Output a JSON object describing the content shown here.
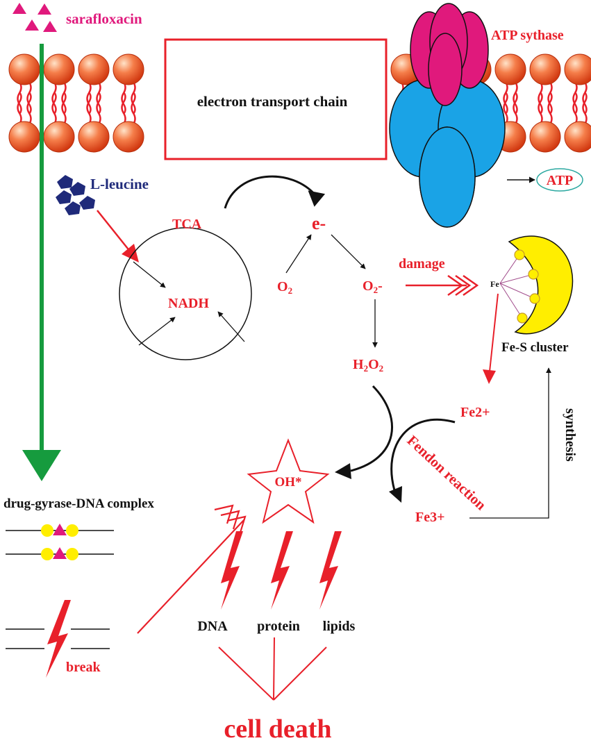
{
  "colors": {
    "red": "#e8202a",
    "magenta": "#e0197c",
    "navy": "#1f2a7a",
    "green": "#169b3e",
    "blue": "#1aa3e6",
    "yellow": "#ffee00",
    "black": "#111111",
    "teal": "#2aa8a0",
    "lipid_head": "#ee5a30"
  },
  "icons": {
    "sarafloxacin": "magenta-triangle-icon",
    "leucine": "navy-pentagon-icon",
    "lightning": "red-lightning-bolt-icon",
    "radical": "star-outline-icon"
  },
  "labels": {
    "sarafloxacin": "sarafloxacin",
    "atp_synthase": "ATP sythase",
    "etc": "electron transport chain",
    "atp": "ATP",
    "leucine": "L-leucine",
    "tca": "TCA",
    "nadh": "NADH",
    "electron": "e-",
    "oxygen": "O",
    "oxygen_sub": "2",
    "superoxide": "O",
    "superoxide_sub": "2",
    "superoxide_sign": "-",
    "h2o2_h": "H",
    "h2o2_sub1": "2",
    "h2o2_o": "O",
    "h2o2_sub2": "2",
    "damage": "damage",
    "fe": "Fe",
    "fes_cluster": "Fe-S cluster",
    "fe2": "Fe2+",
    "fe3": "Fe3+",
    "fenton": "Fendon reaction",
    "synthesis": "synthesis",
    "hydroxyl": "OH*",
    "complex": "drug-gyrase-DNA complex",
    "break": "break",
    "dna": "DNA",
    "protein": "protein",
    "lipids": "lipids",
    "cell_death": "cell death"
  }
}
